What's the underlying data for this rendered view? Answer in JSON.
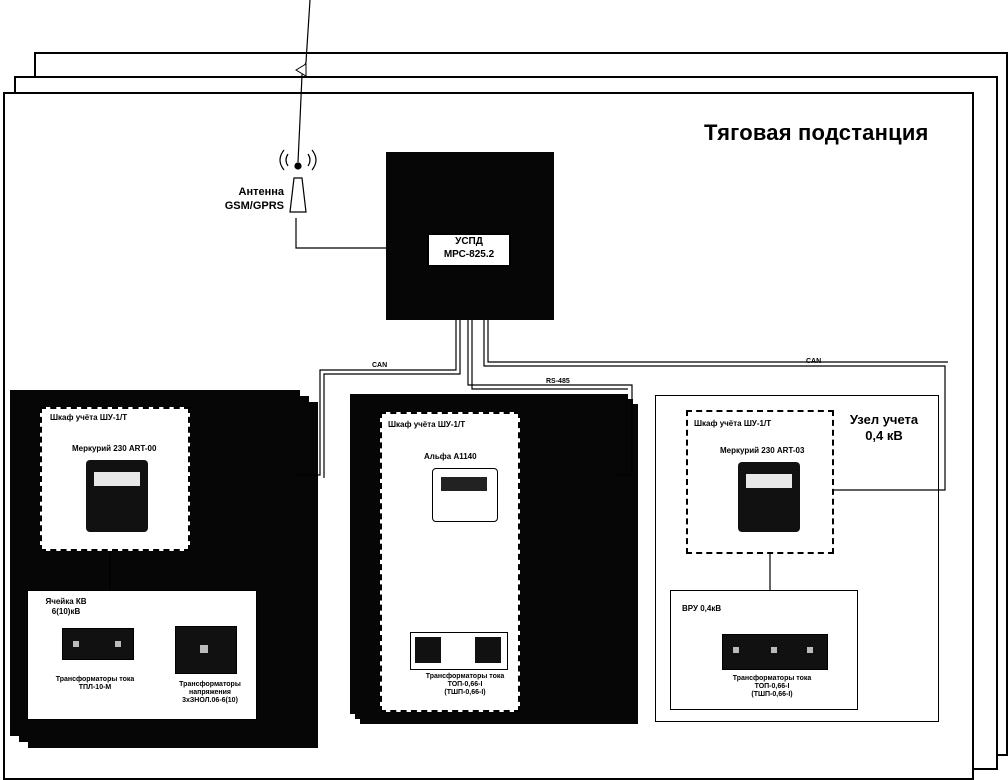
{
  "title": "Тяговая подстанция",
  "antenna": {
    "line1": "Антенна",
    "line2": "GSM/GPRS"
  },
  "uspd": {
    "line1": "УСПД",
    "line2": "МРС-825.2"
  },
  "links": {
    "left": "CAN",
    "middle": "RS-485",
    "right": "CAN"
  },
  "left_node": {
    "cabinet": "Шкаф учёта ШУ-1/Т",
    "meter": "Меркурий 230 ART-00",
    "cell": "Ячейка КВ 6(10)кВ",
    "ct_label_1": "Трансформаторы тока",
    "ct_label_2": "ТПЛ-10-М",
    "vt_label_1": "Трансформаторы",
    "vt_label_2": "напряжения",
    "vt_label_3": "3хЗНОЛ.06-6(10)"
  },
  "mid_node": {
    "cabinet": "Шкаф учёта ШУ-1/Т",
    "meter": "Альфа А1140",
    "ct_label_1": "Трансформаторы тока",
    "ct_label_2": "ТОП-0,66-I",
    "ct_label_3": "(ТШП-0,66-I)"
  },
  "right_node": {
    "title_1": "Узел учета",
    "title_2": "0,4 кВ",
    "cabinet": "Шкаф учёта ШУ-1/Т",
    "meter": "Меркурий 230 ART-03",
    "vru": "ВРУ 0,4кВ",
    "ct_label_1": "Трансформаторы тока",
    "ct_label_2": "ТОП-0,66-I",
    "ct_label_3": "(ТШП-0,66-I)"
  }
}
